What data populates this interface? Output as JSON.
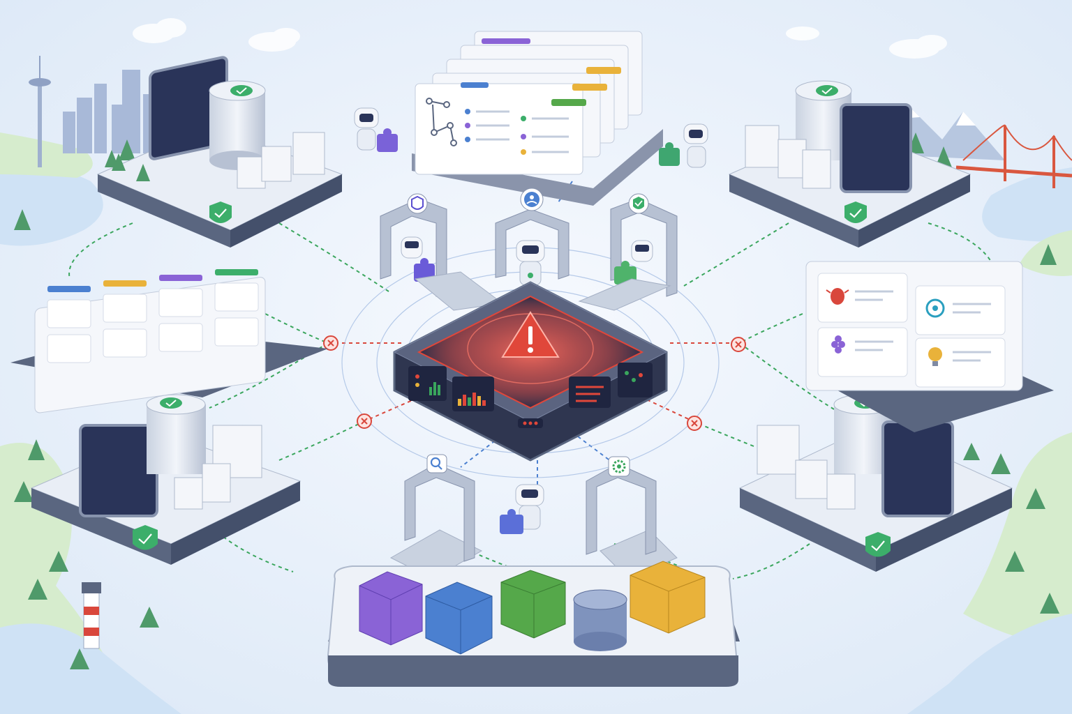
{
  "scene": {
    "type": "isometric-infrastructure-illustration",
    "visible_text": []
  },
  "colors": {
    "sky": "#eef4fc",
    "water": "#cfe2f5",
    "land": "#d9ecd0",
    "tree": "#4f9a6a",
    "platform_top": "#e9eef6",
    "platform_side": "#5a6680",
    "monitor": "#2a3459",
    "alert_red": "#e0473a",
    "ok_green": "#3cae6a",
    "link_green": "#3aa65d",
    "link_red": "#d9473c",
    "link_blue": "#4a7fd0",
    "purple": "#8a63d6",
    "blue": "#4b80d0",
    "green": "#55a84a",
    "slate": "#7f93bd",
    "amber": "#e9b23a"
  },
  "icons": {
    "center_alert": "warning-triangle-icon",
    "node_status": "checkmark-icon",
    "node_badge": "shield-check-icon",
    "link_failure": "x-mark-icon",
    "gate_top_left": "shield-icon",
    "gate_top_center": "users-icon",
    "gate_top_right": "shield-check-icon",
    "gate_bottom_left": "search-icon",
    "gate_bottom_right": "gear-icon",
    "issue_panel": [
      "bug-icon",
      "sync-icon",
      "flower-icon",
      "lightbulb-icon"
    ]
  },
  "status": {
    "central_hub": "alert",
    "nodes": [
      "ok",
      "ok",
      "ok",
      "ok"
    ],
    "failed_links": 4
  },
  "package_colors": [
    "purple",
    "blue",
    "green",
    "slate",
    "amber"
  ]
}
